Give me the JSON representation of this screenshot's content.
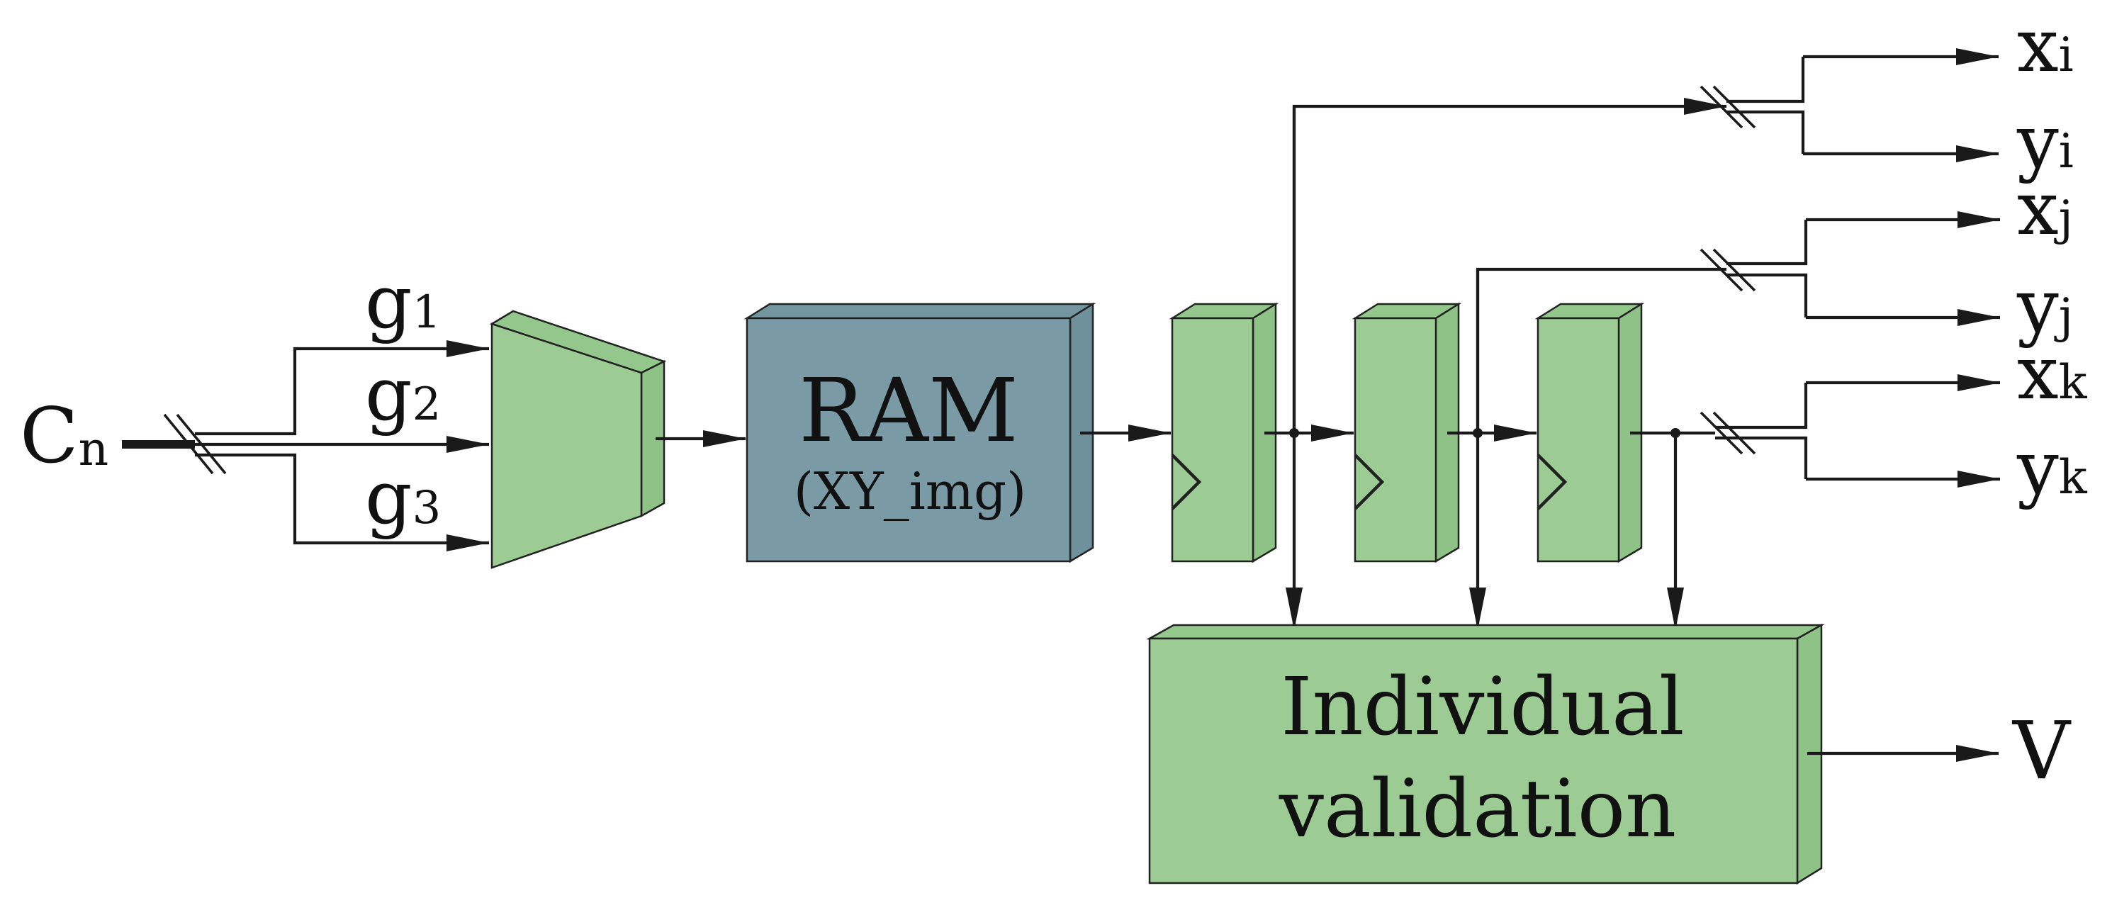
{
  "input": {
    "main": "C",
    "sub": "n"
  },
  "mux_inputs": [
    {
      "main": "g",
      "sub": "1"
    },
    {
      "main": "g",
      "sub": "2"
    },
    {
      "main": "g",
      "sub": "3"
    }
  ],
  "ram": {
    "title": "RAM",
    "subtitle": "(XY_img)"
  },
  "validation": {
    "line1": "Individual",
    "line2": "validation"
  },
  "outputs": [
    {
      "main": "x",
      "sub": "i"
    },
    {
      "main": "y",
      "sub": "i"
    },
    {
      "main": "x",
      "sub": "j"
    },
    {
      "main": "y",
      "sub": "j"
    },
    {
      "main": "x",
      "sub": "k"
    },
    {
      "main": "y",
      "sub": "k"
    }
  ],
  "validation_output": "V",
  "colors": {
    "block_green": "#9ccc94",
    "ram_steel": "#7a9ba6",
    "wire": "#1a1a1a"
  }
}
